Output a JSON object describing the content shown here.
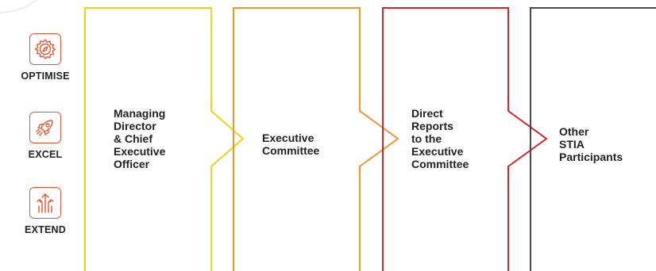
{
  "pillars": [
    {
      "label": "OPTIMISE",
      "icon": "gear-compass-icon"
    },
    {
      "label": "EXCEL",
      "icon": "rocket-icon"
    },
    {
      "label": "EXTEND",
      "icon": "growth-arrows-icon"
    }
  ],
  "stages": [
    {
      "label": "Managing\nDirector\n& Chief\nExecutive\nOfficer",
      "color": "#f2d21b"
    },
    {
      "label": "Executive\nCommittee",
      "color": "#f0962d"
    },
    {
      "label": "Direct\nReports\nto the\nExecutive\nCommittee",
      "color": "#d6242b"
    },
    {
      "label": "Other\nSTIA\nParticipants",
      "color": "#4a4a4a"
    }
  ],
  "colors": {
    "icon_accent": "#e8562f"
  }
}
